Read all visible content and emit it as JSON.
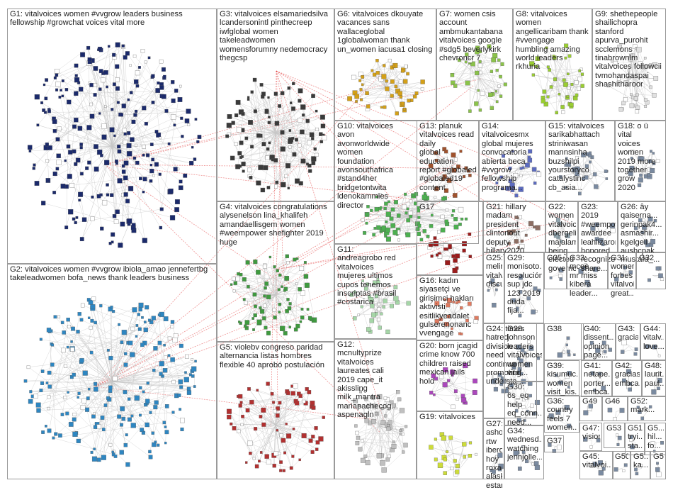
{
  "image": {
    "width": 950,
    "height": 688
  },
  "colors": {
    "border": "#9a9a9a",
    "label": "#222222",
    "edge": "#c8c8c8",
    "intergroup_edge": "#e23a3a",
    "G1": "#1b2a6b",
    "G2": "#2e86c1",
    "G3": "#3a3a3a",
    "G4": "#3f9a3f",
    "G5": "#b23030",
    "G6": "#d4a017",
    "G7": "#8bc34a",
    "G8": "#9acd32",
    "G9": "#e0e0e0",
    "G10": "#4caf50",
    "G11": "#a5d6a7",
    "G12": "#c0c0c0",
    "G13": "#a0522d",
    "G14": "#5c6bc0",
    "G16": "#e07a5f",
    "G17": "#9b1b1b",
    "G19": "#cddc39",
    "G20": "#ab47bc",
    "G21": "#8d6e63",
    "G22": "#90a4ae"
  },
  "groups": [
    {
      "id": "G1",
      "label": "G1: vitalvoices women #vvgrow leaders business\nfellowship #growchat voices vital more"
    },
    {
      "id": "G2",
      "label": "G2: vitalvoices women #vvgrow ibiola_amao jennefertbg\ntakeleadwomen bofa_news thank leaders business"
    },
    {
      "id": "G3",
      "label": "G3: vitalvoices elsamariedsilva\nlcandersonintl pinthecreep\niwfglobal women\ntakeleadwomen\nwomensforumny nedemocracy\nthegcsp"
    },
    {
      "id": "G4",
      "label": "G4: vitalvoices congratulations\nalysenelson lina_khalifeh\namandaellisgem women\n#weempower shefighter 2019\nhuge"
    },
    {
      "id": "G5",
      "label": "G5: violebv congreso paridad\nalternancia listas hombres\nflexible 40 aprobó postulación"
    },
    {
      "id": "G6",
      "label": "G6: vitalvoices dkouyate\nvacances sans\nwallaceglobal\n1globalwoman thank\nun_women iacusa1 closing"
    },
    {
      "id": "G7",
      "label": "G7: women csis\naccount\nambmukantabana\nvitalvoices google\n#sdg5 beverlykirk\nchevroncr 7"
    },
    {
      "id": "G8",
      "label": "G8: vitalvoices\nwomen\nangellicaribam thank\n#vvengage\nhumbling amazing\nworld leaders\nrkhuria"
    },
    {
      "id": "G9",
      "label": "G9: shethepeople\nshailichopra\nstanford\napurva_purohit\nscclemons\ntinabrownlm\nvitalvoices followcii\ntvmohandaspai\nshashitharoor"
    },
    {
      "id": "G10",
      "label": "G10: vitalvoices\navon\navonworldwide\nwomen\nfoundation\navonsouthafrica\n#stand4her\nbridgetontwita\nldenokammies\ndirector"
    },
    {
      "id": "G11",
      "label": "G11:\nandreagrobo red\nvitalvoices\nmujeres ultimos\ncupos tenemos\ninscriptas #brasil\n#costarica"
    },
    {
      "id": "G12",
      "label": "G12:\nmcnultyprize\nvitalvoices\nlaureates cali\n2019 cape_it\nakissling\nmilk_mantra\nmariapachecog...\naspenagln"
    },
    {
      "id": "G13",
      "label": "G13: planuk\nvitalvoices read daily\nglobal education\nreport #globaled\n#globaled19 content"
    },
    {
      "id": "G14",
      "label": "G14:\nvitalvoicesmx\nglobal mujeres\nconvocatoria\nabierta beca\n#vvgrow\nfellowship\nprograma..."
    },
    {
      "id": "G15",
      "label": "G15: vitalvoices\nsarikabhattach\nstriniwasan\nmannsinha\nbuzshilpi\nyourstoryco\ncatalystinc\ncb_asia..."
    },
    {
      "id": "G16",
      "label": "G16: kadın\nsiyasetçi ve\ngirişimci hakları\naktivisti\nesitlikyeadalet\ngulserenonanc\nvvengage"
    },
    {
      "id": "G17",
      "label": "G17"
    },
    {
      "id": "G18",
      "label": "G18: o ü vital\nvoices women\n2019 more\ntogether grow\n2020"
    },
    {
      "id": "G19",
      "label": "G19: vitalvoices"
    },
    {
      "id": "G20",
      "label": "G20: born jcagid\ncrime know 700\nchildren raised\nmexican jails\nhold"
    },
    {
      "id": "G21",
      "label": "G21: hillary\nmadam\npresident clintonout deputy\nhillary2020"
    },
    {
      "id": "G22",
      "label": "G22: women\nvitalvoices\ndbergeline\nmajalamlagui\nbeing elected\ngovernor..."
    },
    {
      "id": "G23",
      "label": "G23: 2019\n#weempow...\nawardee\nleahlizaron\nhonored\nrecognized\nshare..."
    },
    {
      "id": "G24",
      "label": "G24: times\nhatred\ndivision\nneed\ncontinue\npromoting\nunderstа..."
    },
    {
      "id": "G25",
      "label": "G25:\nmelindag...\nvitalvoices\ndiscussing"
    },
    {
      "id": "G26",
      "label": "G26: ây\nqaiserna...\ngerinpak4...\nasmashir...\nkgelgell\naushcpak\nmustafa_..."
    },
    {
      "id": "G27",
      "label": "G27:\nashoka rtw\nibero909f...\nhoy\nroxaguila...\nalaskajua...\nestarán..."
    },
    {
      "id": "G28",
      "label": "G28:\njohnson\nleaders\nvitalvoices\nwomen\nvital..."
    },
    {
      "id": "G29",
      "label": "G29:\nmonisoto...\nresolución\nsup jdc\n123 2019\nduda fija..."
    },
    {
      "id": "G30",
      "label": "G30:\n6s_eq\nhelp\neq_conn...\nneed..."
    },
    {
      "id": "G31",
      "label": "G31:\nwomen\nforbes\nvitalvoi...\ngreat..."
    },
    {
      "id": "G32",
      "label": "G32"
    },
    {
      "id": "G33",
      "label": "G33:\nmcee...\nmr miss\nkibera\nleader..."
    },
    {
      "id": "G34",
      "label": "G34:\nwednesd...\nwatching\njennjolle..."
    },
    {
      "id": "G35",
      "label": "G35"
    },
    {
      "id": "G36",
      "label": "G36:\ncountry\nfeels 7\nwomen..."
    },
    {
      "id": "G37",
      "label": "G37"
    },
    {
      "id": "G38",
      "label": "G38"
    },
    {
      "id": "G39",
      "label": "G39:\nkisumuc...\nwomen\nvisit_kis..."
    },
    {
      "id": "G40",
      "label": "G40:\ndissent...\nopinion\npage..."
    },
    {
      "id": "G41",
      "label": "G41:\nnetape...\nporter...\nembca..."
    },
    {
      "id": "G42",
      "label": "G42:\ngracias\nembca..."
    },
    {
      "id": "G43",
      "label": "G43:\ngracias"
    },
    {
      "id": "G44",
      "label": "G44:\nvitalv...\nlove..."
    },
    {
      "id": "G45",
      "label": "G45:\nvitalvoi..."
    },
    {
      "id": "G46",
      "label": "G46"
    },
    {
      "id": "G47",
      "label": "G47:\nvision..."
    },
    {
      "id": "G48",
      "label": "G48:\nlaurit...\npaul..."
    },
    {
      "id": "G49",
      "label": "G49"
    },
    {
      "id": "G50",
      "label": "G50"
    },
    {
      "id": "G51",
      "label": "G51:\ntryi...\nsta..."
    },
    {
      "id": "G52",
      "label": "G52:\nmark..."
    },
    {
      "id": "G53",
      "label": "G53"
    },
    {
      "id": "G54",
      "label": "G54"
    },
    {
      "id": "G55",
      "label": "G5...\nhil...\nfo..."
    },
    {
      "id": "G56",
      "label": "G5...\nka..."
    }
  ]
}
